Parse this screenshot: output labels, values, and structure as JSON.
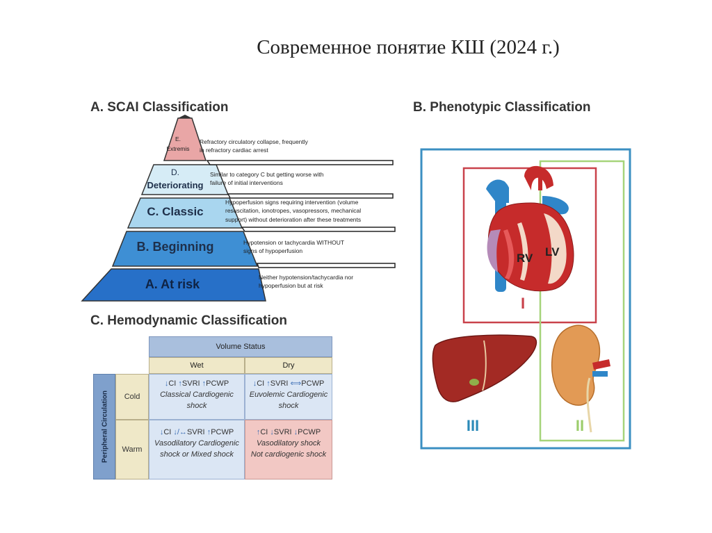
{
  "slide_title": "Современное понятие КШ (2024 г.)",
  "scai": {
    "title": "A. SCAI Classification",
    "tiers": [
      {
        "label_lines": [
          "E.",
          "Extremis"
        ],
        "color": "#e9a6a6",
        "desc_lines": [
          "Refractory circulatory collapse, frequently",
          "in  refractory cardiac arrest"
        ]
      },
      {
        "label_lines": [
          "D.",
          "Deteriorating"
        ],
        "color": "#d6ecf6",
        "desc_lines": [
          "Similar to category C but getting worse with",
          "failure of  initial interventions"
        ]
      },
      {
        "label_lines": [
          "C. Classic"
        ],
        "color": "#a9d6ef",
        "desc_lines": [
          "Hypoperfusion signs requiring intervention (volume",
          "resuscitation, ionotropes, vasopressors, mechanical",
          "support) without deterioration after these treatments"
        ]
      },
      {
        "label_lines": [
          "B. Beginning"
        ],
        "color": "#3e8fd4",
        "desc_lines": [
          "Hypotension or tachycardia WITHOUT",
          "signs of hypoperfusion"
        ]
      },
      {
        "label_lines": [
          "A. At risk"
        ],
        "color": "#2770c8",
        "desc_lines": [
          "Neither hypotension/tachycardia nor",
          "hypoperfusion but at risk"
        ]
      }
    ]
  },
  "phenotypic": {
    "title": "B. Phenotypic Classification",
    "labels": {
      "rv": "RV",
      "lv": "LV",
      "heart": "I",
      "liver": "III",
      "kidney": "II"
    },
    "colors": {
      "outer": "#3b8fc2",
      "heart_box": "#c9424b",
      "green_box": "#a6d47a",
      "liver_num": "#2b8ab8",
      "kidney_num": "#9ccd6c"
    }
  },
  "hemodynamic": {
    "title": "C. Hemodynamic Classification",
    "volume_status": "Volume Status",
    "col_wet": "Wet",
    "col_dry": "Dry",
    "side_label": "Peripheral Circulation",
    "row_cold": "Cold",
    "row_warm": "Warm",
    "quadrants": {
      "cold_wet": {
        "metrics": [
          "CI",
          "SVRI",
          "PCWP"
        ],
        "arrows": [
          "↓",
          "↑",
          "↑"
        ],
        "lines": [
          "Classical Cardiogenic",
          "shock"
        ]
      },
      "cold_dry": {
        "metrics": [
          "CI",
          "SVRI",
          "PCWP"
        ],
        "arrows": [
          "↓",
          "↑",
          "⟺"
        ],
        "lines": [
          "Euvolemic Cardiogenic",
          "shock"
        ]
      },
      "warm_wet": {
        "metrics": [
          "CI",
          "SVRI",
          "PCWP"
        ],
        "arrows": [
          "↓",
          "↓/↔",
          "↑"
        ],
        "lines": [
          "Vasodilatory Cardiogenic",
          "shock or Mixed shock"
        ]
      },
      "warm_dry": {
        "metrics": [
          "CI",
          "SVRI",
          "PCWP"
        ],
        "arrows": [
          "↑",
          "↓",
          "↓"
        ],
        "lines": [
          "Vasodilatory shock",
          "Not cardiogenic shock"
        ]
      }
    }
  }
}
